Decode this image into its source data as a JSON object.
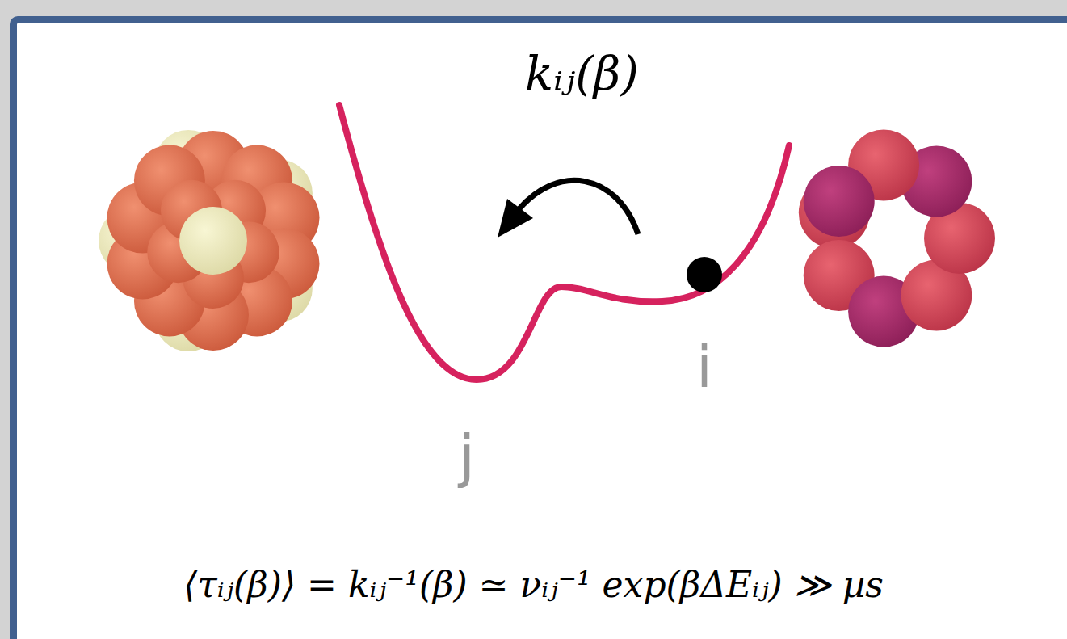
{
  "diagram": {
    "labels": [
      "kᵢⱼ(β)",
      "i",
      "j",
      "⟨τᵢⱼ(β)⟩ = kᵢⱼ⁻¹(β) ≃ νᵢⱼ⁻¹ exp(βΔEᵢⱼ) ≫ µs"
    ]
  }
}
